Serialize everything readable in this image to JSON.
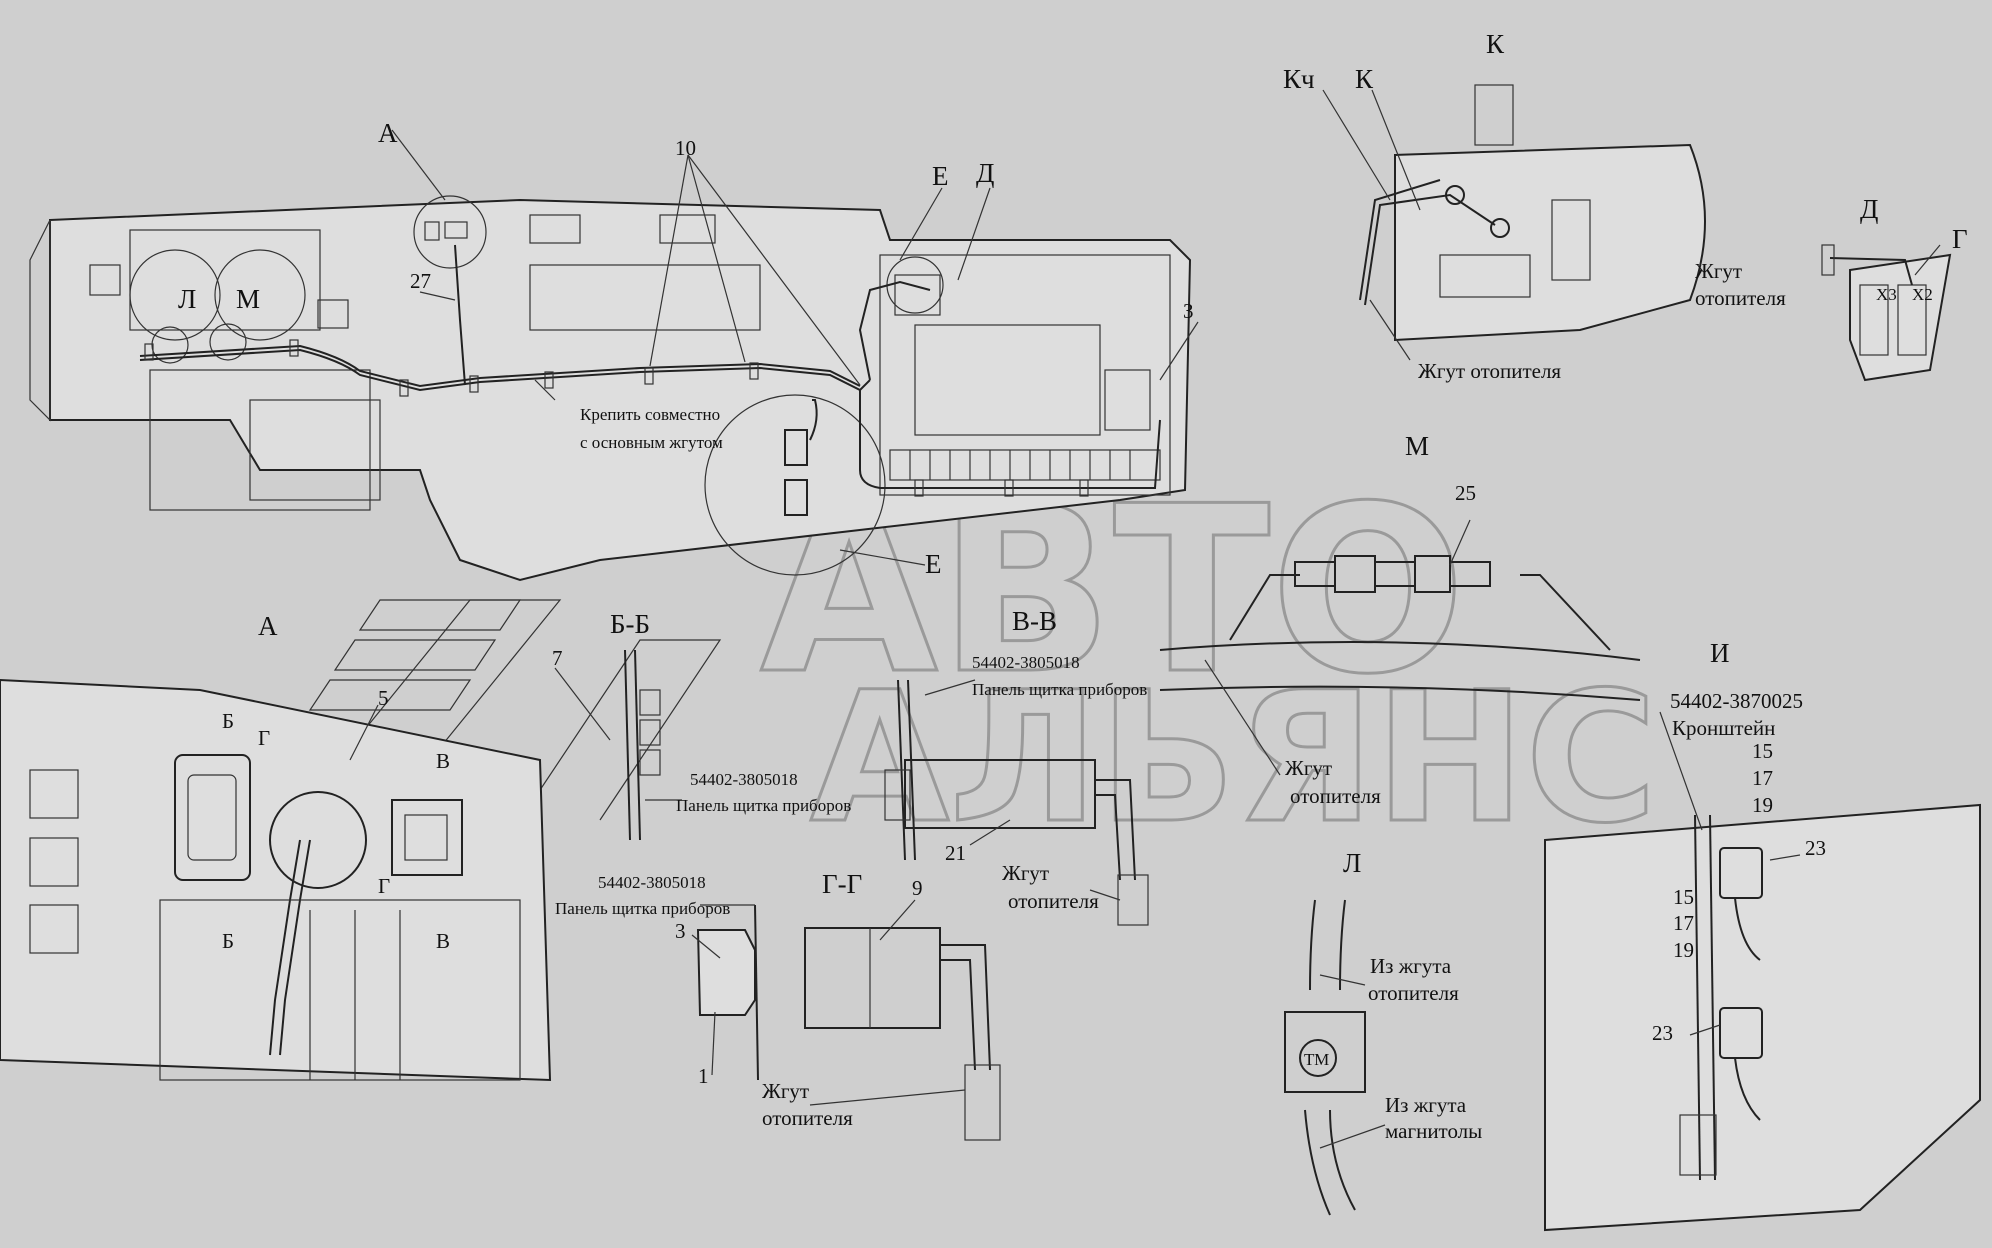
{
  "views": {
    "main_A": "А",
    "main_D": "Д",
    "main_E": "Е",
    "main_E2": "Е",
    "main_L": "Л",
    "main_M": "М",
    "main_10": "10",
    "main_27": "27",
    "main_3": "3",
    "note1": "Крепить совместно",
    "note2": "с основным жгутом",
    "viewK_title": "К",
    "viewK_Kch": "Кч",
    "viewK_K": "К",
    "viewK_harness": "Жгут отопителя",
    "viewD_title": "Д",
    "viewD_G": "Г",
    "viewD_h1": "Жгут",
    "viewD_h2": "отопителя",
    "viewD_x1": "Х3",
    "viewD_x2": "Х2",
    "viewM_title": "М",
    "viewM_25": "25",
    "viewM_h1": "Жгут",
    "viewM_h2": "отопителя",
    "viewA_title": "А",
    "viewA_B1": "Б",
    "viewA_B2": "Б",
    "viewA_G1": "Г",
    "viewA_G2": "Г",
    "viewA_V1": "В",
    "viewA_V2": "В",
    "viewA_5": "5",
    "viewBB_title": "Б-Б",
    "viewBB_7": "7",
    "viewBB_part": "54402-3805018",
    "viewBB_panel": "Панель щитка приборов",
    "viewVV_title": "В-В",
    "viewVV_part": "54402-3805018",
    "viewVV_panel": "Панель щитка приборов",
    "viewVV_21": "21",
    "viewVV_h1": "Жгут",
    "viewVV_h2": "отопителя",
    "viewGG_title": "Г-Г",
    "viewGG_part": "54402-3805018",
    "viewGG_panel": "Панель щитка приборов",
    "viewGG_9": "9",
    "viewGG_3": "3",
    "viewGG_1": "1",
    "viewGG_h1": "Жгут",
    "viewGG_h2": "отопителя",
    "viewL_title": "Л",
    "viewL_from1a": "Из жгута",
    "viewL_from1b": "отопителя",
    "viewL_from2a": "Из жгута",
    "viewL_from2b": "магнитолы",
    "viewL_tm": "ТМ",
    "viewI_title": "И",
    "viewI_part": "54402-3870025",
    "viewI_bracket": "Кронштейн",
    "viewI_15a": "15",
    "viewI_17a": "17",
    "viewI_19a": "19",
    "viewI_15b": "15",
    "viewI_17b": "17",
    "viewI_19b": "19",
    "viewI_23a": "23",
    "viewI_23b": "23",
    "watermark1": "АВТО",
    "watermark2": "АЛЬЯНС"
  },
  "colors": {
    "background": "#cfcfcf",
    "line": "#222222",
    "watermark": "#9a9a9a"
  }
}
